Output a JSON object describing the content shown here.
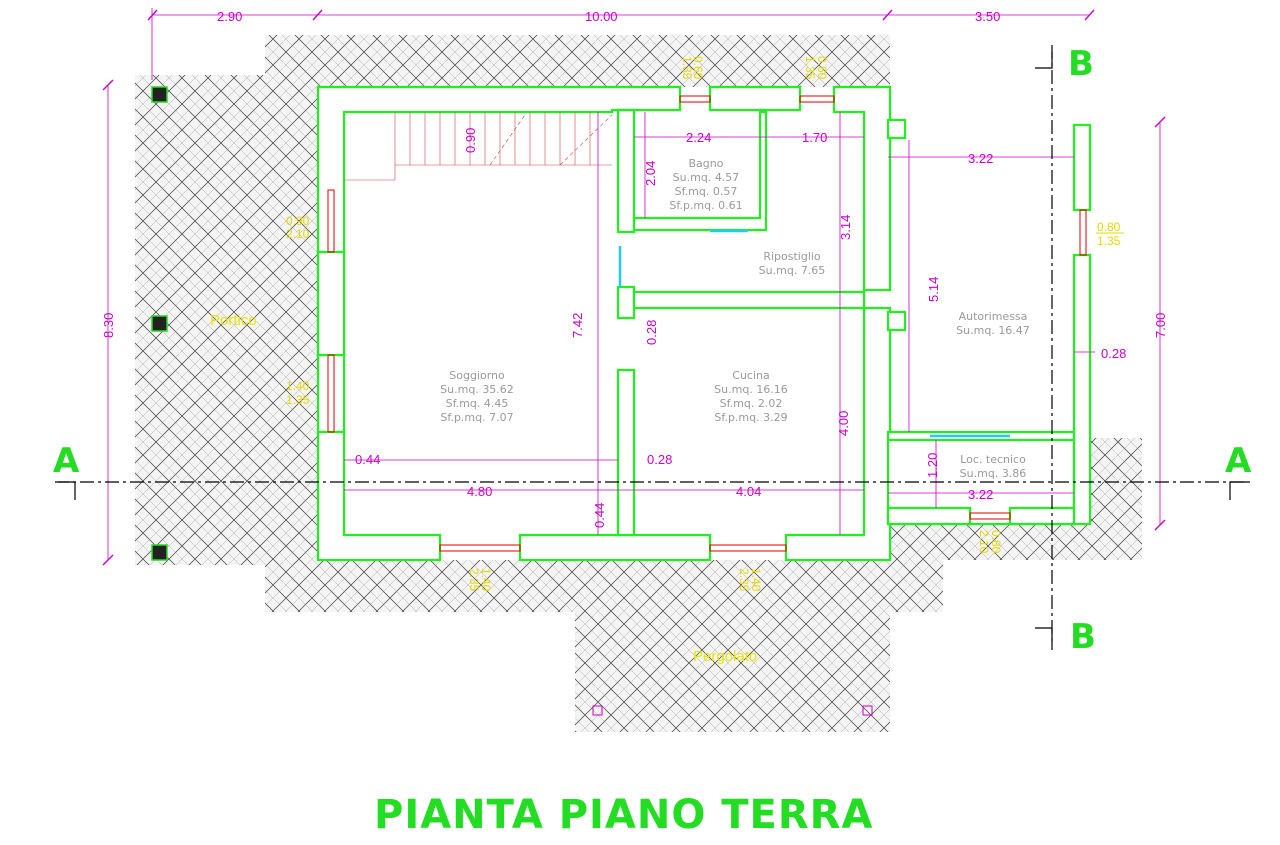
{
  "top_dimensions": [
    "2.90",
    "10.00",
    "3.50"
  ],
  "left_dimension": "8.30",
  "right_dimension": "7.00",
  "section_labels": {
    "a_left": "A",
    "a_right": "A",
    "b_top": "B",
    "b_bottom": "B"
  },
  "areas": {
    "portico": "Portico",
    "pergolato": "Pergolato"
  },
  "rooms": {
    "bagno": [
      "Bagno",
      "Su.mq. 4.57",
      "Sf.mq. 0.57",
      "Sf.p.mq. 0.61"
    ],
    "ripostiglio": [
      "Ripostiglio",
      "Su.mq. 7.65"
    ],
    "soggiorno": [
      "Soggiorno",
      "Su.mq. 35.62",
      "Sf.mq. 4.45",
      "Sf.p.mq. 7.07"
    ],
    "cucina": [
      "Cucina",
      "Su.mq. 16.16",
      "Sf.mq. 2.02",
      "Sf.p.mq. 3.29"
    ],
    "autorimessa": [
      "Autorimessa",
      "Su.mq. 16.47"
    ],
    "locale_tecnico": [
      "Loc. tecnico",
      "Su.mq. 3.86"
    ]
  },
  "inner_dimensions": {
    "stair_width": "0.90",
    "bagno_width": "2.24",
    "rip_width": "1.70",
    "bagno_height": "2.04",
    "rip_height": "3.14",
    "garage_width_top": "3.22",
    "garage_height": "5.14",
    "soggiorno_height": "7.42",
    "wall_thickness_mid": "0.28",
    "wall_thickness_left": "0.44",
    "wall_thickness_cucina": "0.28",
    "wall_thickness_garage": "0.28",
    "soggiorno_width": "4.80",
    "cucina_width": "4.04",
    "wall_thickness_bottom": "0.44",
    "cucina_height": "4.00",
    "loc_height": "1.20",
    "garage_width_bottom": "3.22"
  },
  "openings": {
    "top_win_1": [
      "0.60",
      "1.35"
    ],
    "top_win_2": [
      "0.60",
      "1.35"
    ],
    "left_door": [
      "0.90",
      "2.10"
    ],
    "left_win": [
      "1.40",
      "1.35"
    ],
    "right_win": [
      "0.80",
      "1.35"
    ],
    "bottom_win_1": [
      "1.40",
      "2.35"
    ],
    "bottom_win_2": [
      "1.40",
      "2.35"
    ],
    "garage_door": [
      "0.80",
      "2.10"
    ]
  },
  "title": "PIANTA PIANO TERRA",
  "colors": {
    "walls": "#22ee22",
    "dimensions": "#cc00cc",
    "openings_text": "#e6d800",
    "section": "#22dd22"
  }
}
